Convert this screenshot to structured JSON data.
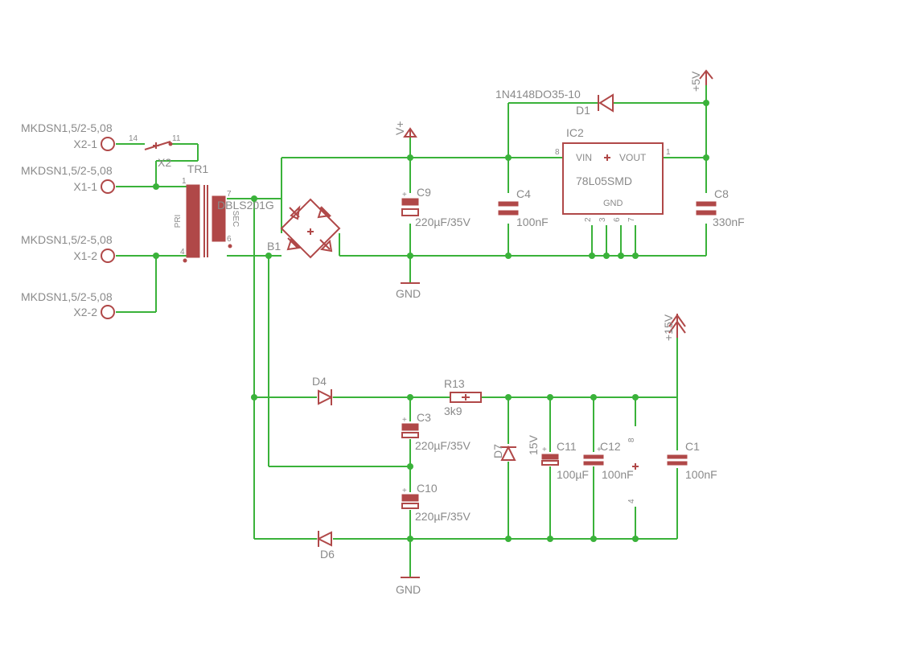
{
  "connectors": [
    {
      "type": "MKDSN1,5/2-5,08",
      "pin": "X2-1"
    },
    {
      "type": "MKDSN1,5/2-5,08",
      "pin": "X1-1"
    },
    {
      "type": "MKDSN1,5/2-5,08",
      "pin": "X1-2"
    },
    {
      "type": "MKDSN1,5/2-5,08",
      "pin": "X2-2"
    }
  ],
  "switch": {
    "name": "X2",
    "pin_a": "14",
    "pin_b": "11"
  },
  "transformer": {
    "name": "TR1",
    "pri": "PRI",
    "sec": "SEC",
    "pin1": "1",
    "pin4": "4",
    "pin7": "7",
    "pin6": "6"
  },
  "bridge": {
    "name": "B1",
    "value": "DBLS201G"
  },
  "diode_d1": {
    "name": "D1",
    "value": "1N4148DO35-10"
  },
  "regulator": {
    "name": "IC2",
    "value": "78L05SMD",
    "vin": "VIN",
    "vout": "VOUT",
    "gnd": "GND",
    "pin_in": "8",
    "pin_out": "1",
    "gnd_pins": [
      "2",
      "3",
      "6",
      "7"
    ]
  },
  "caps": {
    "c9": {
      "name": "C9",
      "value": "220µF/35V"
    },
    "c4": {
      "name": "C4",
      "value": "100nF"
    },
    "c8": {
      "name": "C8",
      "value": "330nF"
    },
    "c3": {
      "name": "C3",
      "value": "220µF/35V"
    },
    "c10": {
      "name": "C10",
      "value": "220µF/35V"
    },
    "c11": {
      "name": "C11",
      "value": "100µF"
    },
    "c12": {
      "name": "C12",
      "value": "100nF"
    },
    "c1": {
      "name": "C1",
      "value": "100nF"
    }
  },
  "diodes": {
    "d4": {
      "name": "D4"
    },
    "d6": {
      "name": "D6"
    },
    "d7": {
      "name": "D7",
      "value": "15V"
    }
  },
  "resistor": {
    "name": "R13",
    "value": "3k9"
  },
  "supply_pins": {
    "pin8": "8",
    "pin4": "4"
  },
  "supplies": {
    "vplus": "V+",
    "plus5v": "+5V",
    "plus15v": "+15V",
    "gnd_top": "GND",
    "gnd_bottom": "GND"
  },
  "colors": {
    "wire": "#3ab23a",
    "symbol": "#b04848",
    "text": "#8a8a8a"
  }
}
